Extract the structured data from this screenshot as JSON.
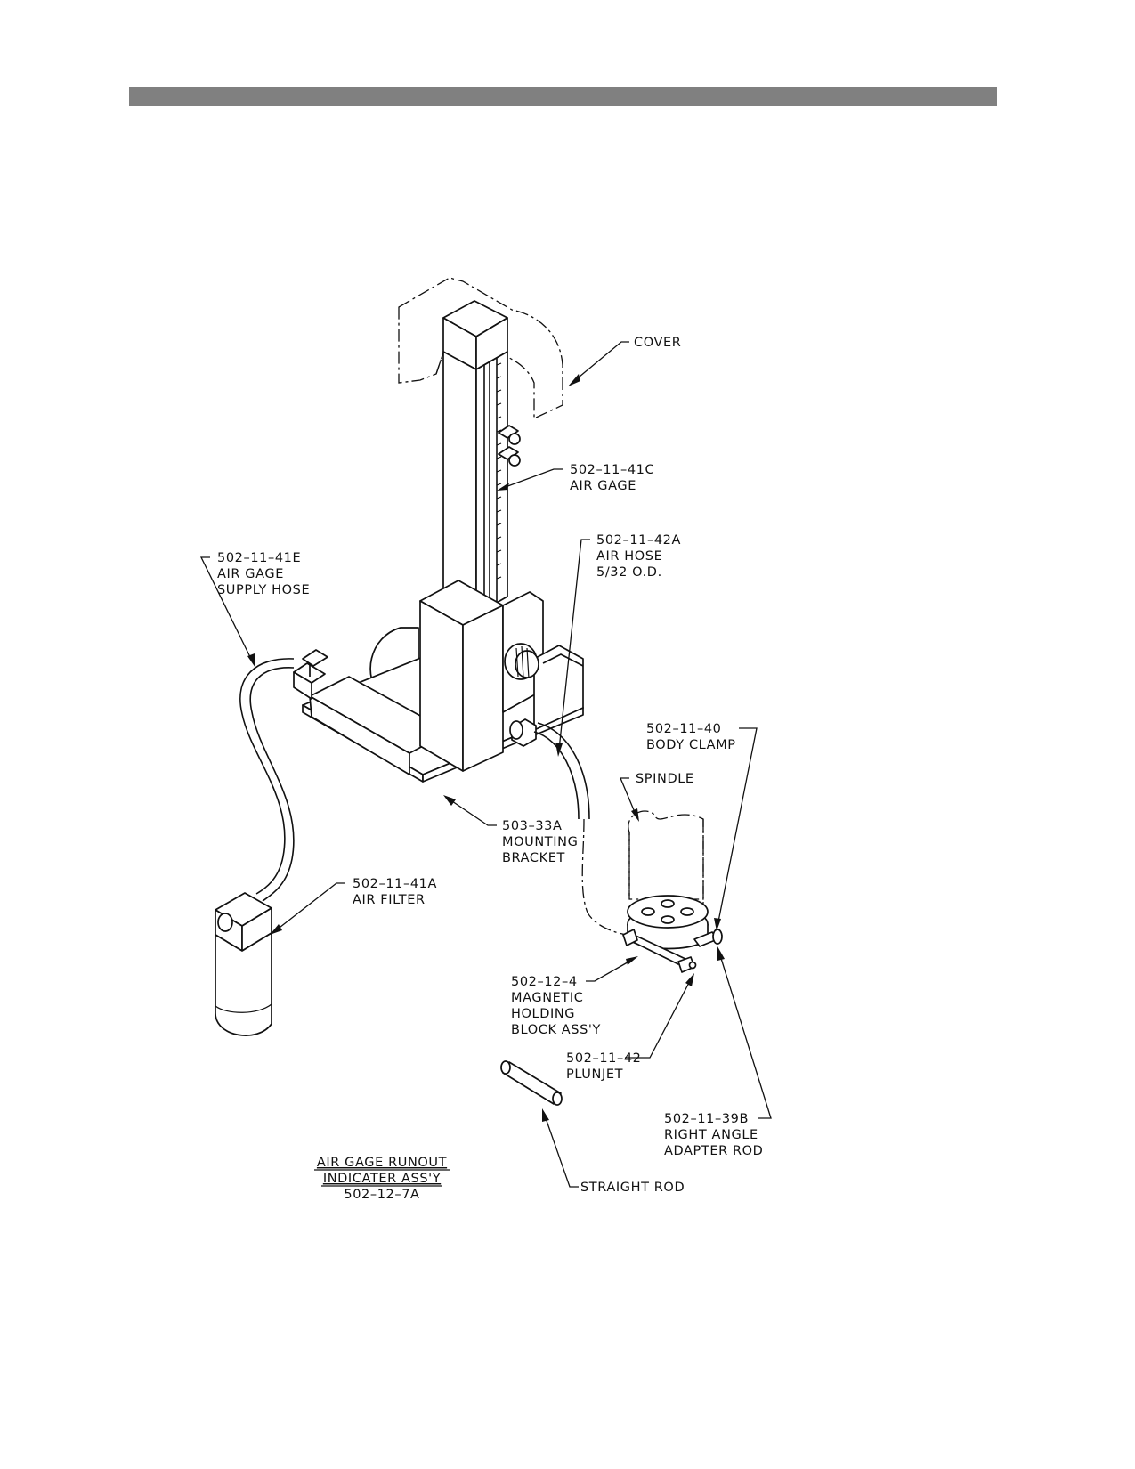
{
  "header": {
    "bar_color": "#808080"
  },
  "labels": {
    "cover": "COVER",
    "air_gage_pn": "502–11–41C",
    "air_gage": "AIR GAGE",
    "air_hose_pn": "502–11–42A",
    "air_hose": "AIR HOSE",
    "air_hose_size": "5/32 O.D.",
    "supply_hose_pn": "502–11–41E",
    "supply_hose_1": "AIR GAGE",
    "supply_hose_2": "SUPPLY HOSE",
    "body_clamp_pn": "502–11–40",
    "body_clamp": "BODY CLAMP",
    "spindle": "SPINDLE",
    "bracket_pn": "503–33A",
    "bracket_1": "MOUNTING",
    "bracket_2": "BRACKET",
    "filter_pn": "502–11–41A",
    "filter": "AIR FILTER",
    "mag_block_pn": "502–12–4",
    "mag_block_1": "MAGNETIC",
    "mag_block_2": "HOLDING",
    "mag_block_3": "BLOCK ASS'Y",
    "plunjet_pn": "502–11–42",
    "plunjet": "PLUNJET",
    "adapter_pn": "502–11–39B",
    "adapter_1": "RIGHT ANGLE",
    "adapter_2": "ADAPTER ROD",
    "straight_rod": "STRAIGHT ROD"
  },
  "title_block": {
    "line1": "AIR GAGE RUNOUT",
    "line2": "INDICATER ASS'Y",
    "line3": "502–12–7A"
  }
}
